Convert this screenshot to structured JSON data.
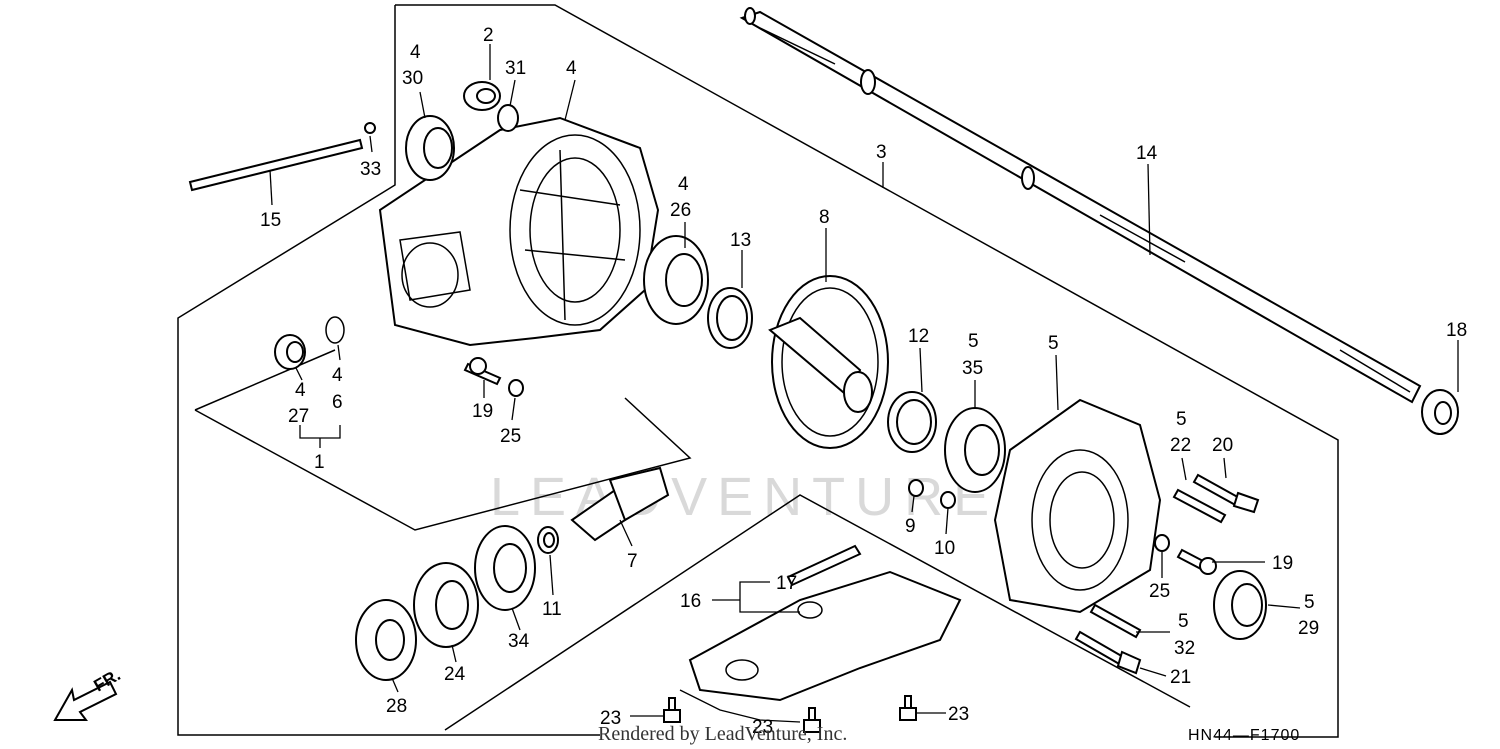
{
  "watermark": "LEADVENTURE",
  "footer_credit": "Rendered by LeadVenture, Inc.",
  "diagram_code": "HN44—F1700",
  "front_indicator": "FR.",
  "callouts": [
    {
      "id": "c2",
      "text": "2"
    },
    {
      "id": "c4a",
      "text": "4"
    },
    {
      "id": "c30",
      "text": "30"
    },
    {
      "id": "c31",
      "text": "31"
    },
    {
      "id": "c4b",
      "text": "4"
    },
    {
      "id": "c33",
      "text": "33"
    },
    {
      "id": "c15",
      "text": "15"
    },
    {
      "id": "c3",
      "text": "3"
    },
    {
      "id": "c14",
      "text": "14"
    },
    {
      "id": "c4c",
      "text": "4"
    },
    {
      "id": "c26",
      "text": "26"
    },
    {
      "id": "c13",
      "text": "13"
    },
    {
      "id": "c8",
      "text": "8"
    },
    {
      "id": "c18",
      "text": "18"
    },
    {
      "id": "c4d",
      "text": "4"
    },
    {
      "id": "c27",
      "text": "27"
    },
    {
      "id": "c4e",
      "text": "4"
    },
    {
      "id": "c6",
      "text": "6"
    },
    {
      "id": "c1",
      "text": "1"
    },
    {
      "id": "c19a",
      "text": "19"
    },
    {
      "id": "c25a",
      "text": "25"
    },
    {
      "id": "c12",
      "text": "12"
    },
    {
      "id": "c5a",
      "text": "5"
    },
    {
      "id": "c35",
      "text": "35"
    },
    {
      "id": "c5b",
      "text": "5"
    },
    {
      "id": "c5c",
      "text": "5"
    },
    {
      "id": "c22",
      "text": "22"
    },
    {
      "id": "c20",
      "text": "20"
    },
    {
      "id": "c9",
      "text": "9"
    },
    {
      "id": "c10",
      "text": "10"
    },
    {
      "id": "c7",
      "text": "7"
    },
    {
      "id": "c11",
      "text": "11"
    },
    {
      "id": "c17",
      "text": "17"
    },
    {
      "id": "c16",
      "text": "16"
    },
    {
      "id": "c19b",
      "text": "19"
    },
    {
      "id": "c25b",
      "text": "25"
    },
    {
      "id": "c5d",
      "text": "5"
    },
    {
      "id": "c32",
      "text": "32"
    },
    {
      "id": "c5e",
      "text": "5"
    },
    {
      "id": "c29",
      "text": "29"
    },
    {
      "id": "c21",
      "text": "21"
    },
    {
      "id": "c34",
      "text": "34"
    },
    {
      "id": "c24",
      "text": "24"
    },
    {
      "id": "c28",
      "text": "28"
    },
    {
      "id": "c23a",
      "text": "23"
    },
    {
      "id": "c23b",
      "text": "23"
    },
    {
      "id": "c23c",
      "text": "23"
    }
  ]
}
